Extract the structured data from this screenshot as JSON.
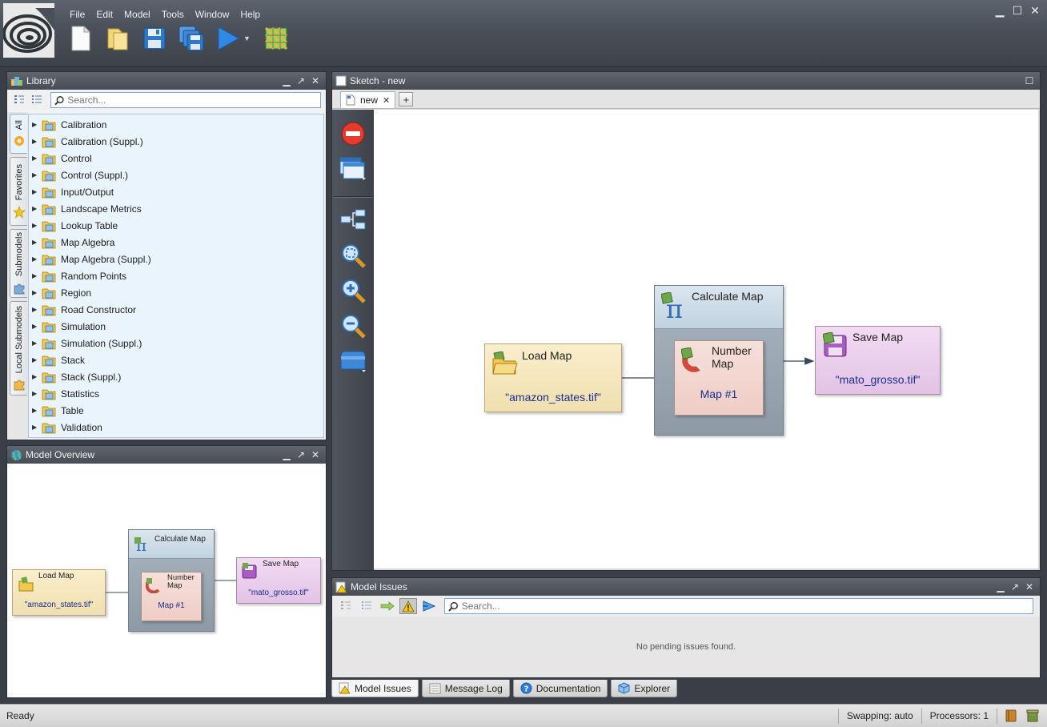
{
  "menu": [
    "File",
    "Edit",
    "Model",
    "Tools",
    "Window",
    "Help"
  ],
  "library": {
    "title": "Library",
    "search_placeholder": "Search...",
    "side_tabs": [
      "All",
      "Favorites",
      "Submodels",
      "Local Submodels"
    ],
    "items": [
      "Calibration",
      "Calibration (Suppl.)",
      "Control",
      "Control (Suppl.)",
      "Input/Output",
      "Landscape Metrics",
      "Lookup Table",
      "Map Algebra",
      "Map Algebra (Suppl.)",
      "Random Points",
      "Region",
      "Road Constructor",
      "Simulation",
      "Simulation (Suppl.)",
      "Stack",
      "Stack (Suppl.)",
      "Statistics",
      "Table",
      "Validation"
    ]
  },
  "overview": {
    "title": "Model Overview"
  },
  "sketch": {
    "title": "Sketch - new",
    "tab_label": "new"
  },
  "nodes": {
    "load_title": "Load Map",
    "load_value": "\"amazon_states.tif\"",
    "calc_title": "Calculate Map",
    "num_title_1": "Number",
    "num_title_2": "Map",
    "num_value": "Map #1",
    "save_title": "Save Map",
    "save_value": "\"mato_grosso.tif\""
  },
  "issues": {
    "title": "Model Issues",
    "search_placeholder": "Search...",
    "empty_text": "No pending issues found."
  },
  "bottom_tabs": [
    "Model Issues",
    "Message Log",
    "Documentation",
    "Explorer"
  ],
  "status": {
    "ready": "Ready",
    "swapping": "Swapping: auto",
    "processors": "Processors: 1"
  },
  "colors": {
    "accent": "#4a90d9",
    "load_node": "#f3e3b8",
    "calc_node": "#95a3b0",
    "number_node": "#f0d2cb",
    "save_node": "#e6c8e9",
    "value_text": "#17308c"
  }
}
